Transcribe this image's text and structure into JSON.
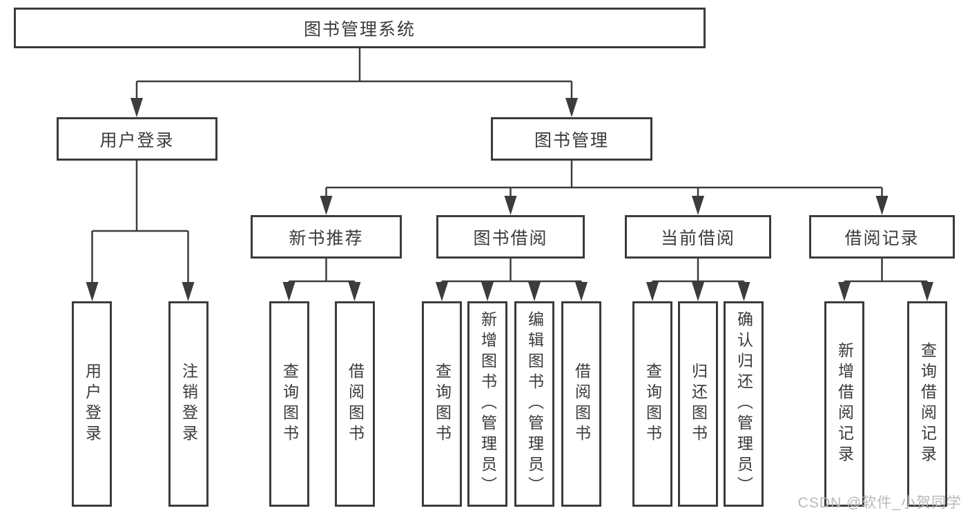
{
  "diagram": {
    "root": {
      "label": "图书管理系统"
    },
    "level2": [
      "用户登录",
      "图书管理"
    ],
    "level3": [
      "新书推荐",
      "图书借阅",
      "当前借阅",
      "借阅记录"
    ],
    "leaves": [
      "用户登录",
      "注销登录",
      "查询图书",
      "借阅图书",
      "查询图书",
      "新增图书（管理员）",
      "编辑图书（管理员）",
      "借阅图书",
      "查询图书",
      "归还图书",
      "确认归还（管理员）",
      "新增借阅记录",
      "查询借阅记录"
    ]
  },
  "watermark": {
    "text": "CSDN @软件_小贺同学",
    "color": "#b8b8b8"
  },
  "style": {
    "background": "#ffffff",
    "line_color": "#3c3c3c",
    "border_color": "#3b3b3b",
    "text_color": "#3a3a3a"
  }
}
